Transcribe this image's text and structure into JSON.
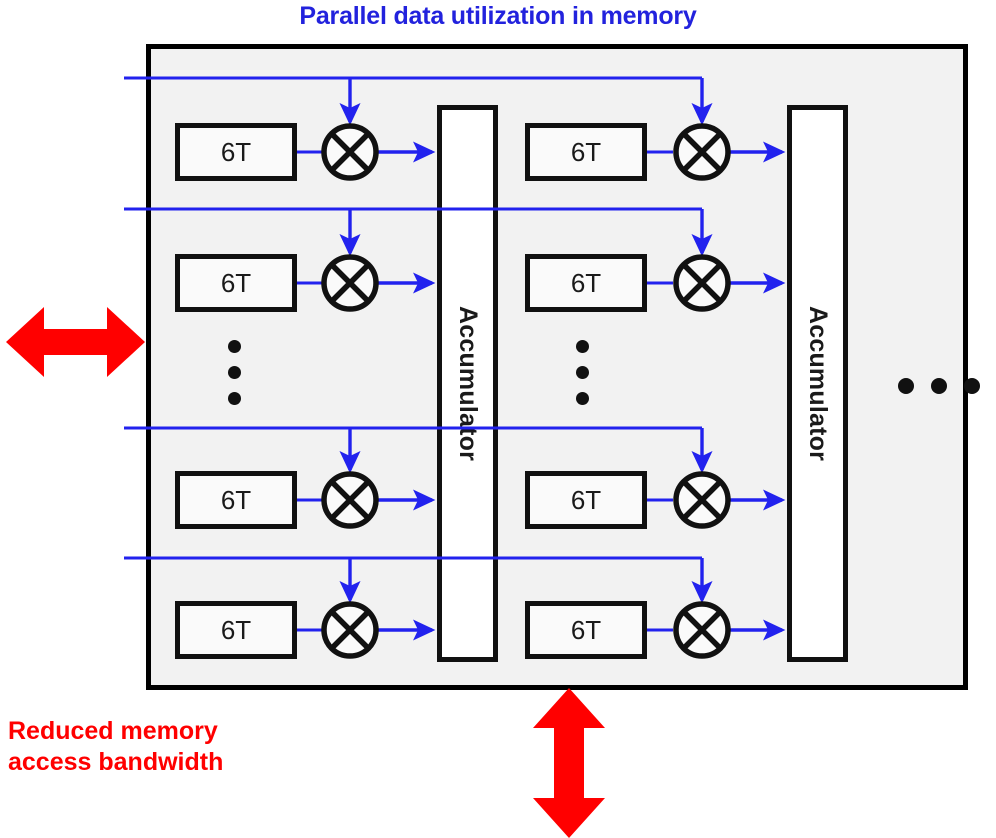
{
  "title": "Parallel data utilization in memory",
  "annotation": {
    "line1": "Reduced memory",
    "line2": "access bandwidth"
  },
  "colors": {
    "title": "#2222dd",
    "annotation": "#ff0000",
    "signal": "#2222ee",
    "outline": "#000000",
    "array_fill": "#f2f2f2"
  },
  "array": {
    "label": "memory-array",
    "columns": [
      {
        "id": "col-1",
        "accumulator_label": "Accumulator",
        "cells": [
          {
            "row": 1,
            "label": "6T"
          },
          {
            "row": 2,
            "label": "6T"
          },
          {
            "row": 3,
            "label": "6T"
          },
          {
            "row": 4,
            "label": "6T"
          }
        ],
        "ellipsis": "vertical"
      },
      {
        "id": "col-2",
        "accumulator_label": "Accumulator",
        "cells": [
          {
            "row": 1,
            "label": "6T"
          },
          {
            "row": 2,
            "label": "6T"
          },
          {
            "row": 3,
            "label": "6T"
          },
          {
            "row": 4,
            "label": "6T"
          }
        ],
        "ellipsis": "vertical"
      }
    ],
    "more_columns_ellipsis": "horizontal",
    "multiplier_symbol": "circle-x"
  },
  "arrows": {
    "left": {
      "name": "memory-bandwidth-arrow",
      "direction": "double-horizontal",
      "color": "#ff0000"
    },
    "bottom": {
      "name": "output-bandwidth-arrow",
      "direction": "double-vertical",
      "color": "#ff0000"
    }
  }
}
